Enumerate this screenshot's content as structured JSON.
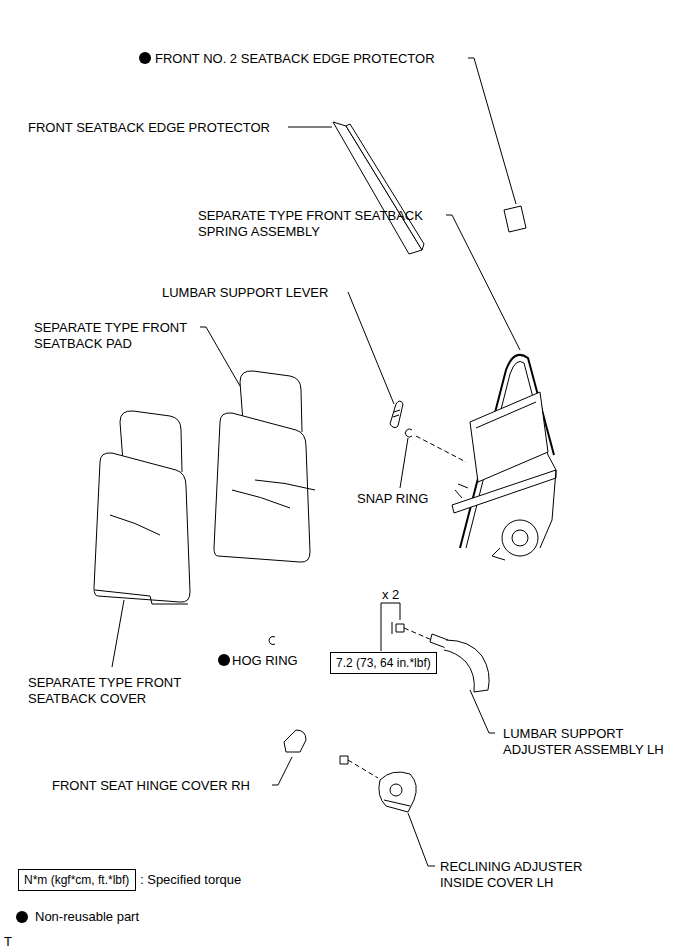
{
  "diagram": {
    "nodes": [
      {
        "text": [
          "7.2 (73, 64 in.*lbf)"
        ]
      },
      {
        "text": [
          "N*m (kgf*cm, ft.*lbf)"
        ]
      }
    ],
    "labels": [
      "FRONT NO. 2 SEATBACK EDGE PROTECTOR",
      "FRONT SEATBACK EDGE PROTECTOR",
      "SEPARATE TYPE FRONT SEATBACK SPRING ASSEMBLY",
      "LUMBAR SUPPORT LEVER",
      "SEPARATE TYPE FRONT SEATBACK PAD",
      "SNAP RING",
      "x 2",
      "HOG RING",
      "SEPARATE TYPE FRONT SEATBACK COVER",
      "LUMBAR SUPPORT ADJUSTER ASSEMBLY LH",
      "FRONT SEAT HINGE COVER RH",
      "RECLINING ADJUSTER INSIDE COVER LH",
      "T"
    ],
    "legend": [
      {
        "text": ": Specified torque"
      },
      {
        "text": "Non-reusable part"
      }
    ]
  }
}
